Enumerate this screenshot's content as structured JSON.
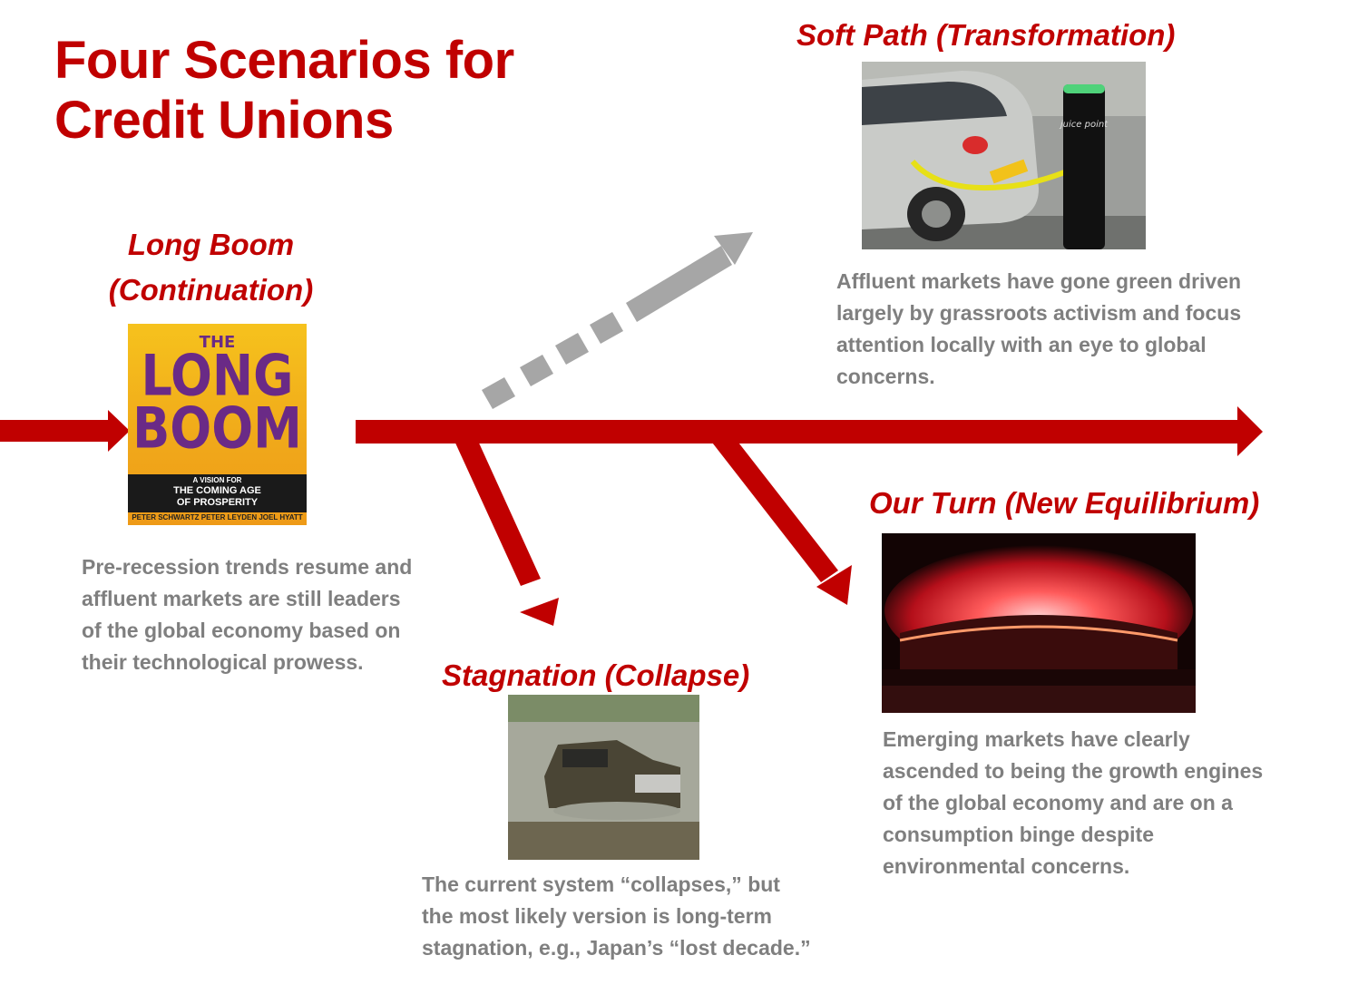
{
  "title": {
    "line1": "Four Scenarios for",
    "line2": "Credit Unions"
  },
  "colors": {
    "accent_red": "#c00000",
    "description_gray": "#7f7f7f",
    "dashed_arrow_gray": "#a6a6a6"
  },
  "scenarios": {
    "long_boom": {
      "title_line1": "Long Boom",
      "title_line2": "(Continuation)",
      "description": "Pre-recession trends resume and affluent markets are still leaders of the global economy based on their technological prowess.",
      "book_cover": {
        "the": "THE",
        "long": "LONG",
        "boom": "BOOM",
        "vision": "A VISION FOR",
        "coming_age": "THE COMING AGE",
        "prosperity": "OF PROSPERITY",
        "authors": "PETER SCHWARTZ   PETER LEYDEN   JOEL HYATT"
      }
    },
    "soft_path": {
      "title": "Soft Path (Transformation)",
      "description": "Affluent markets have gone green driven largely by grassroots activism and focus attention locally with an eye to global concerns.",
      "charger_text": "juice point"
    },
    "our_turn": {
      "title": "Our Turn (New Equilibrium)",
      "description": "Emerging markets have clearly ascended to  being the growth engines of the global economy and are on a consumption binge despite environmental concerns."
    },
    "stagnation": {
      "title": "Stagnation (Collapse)",
      "description": "The current system “collapses,” but the most likely version is long-term stagnation, e.g., Japan’s “lost decade.”"
    }
  }
}
